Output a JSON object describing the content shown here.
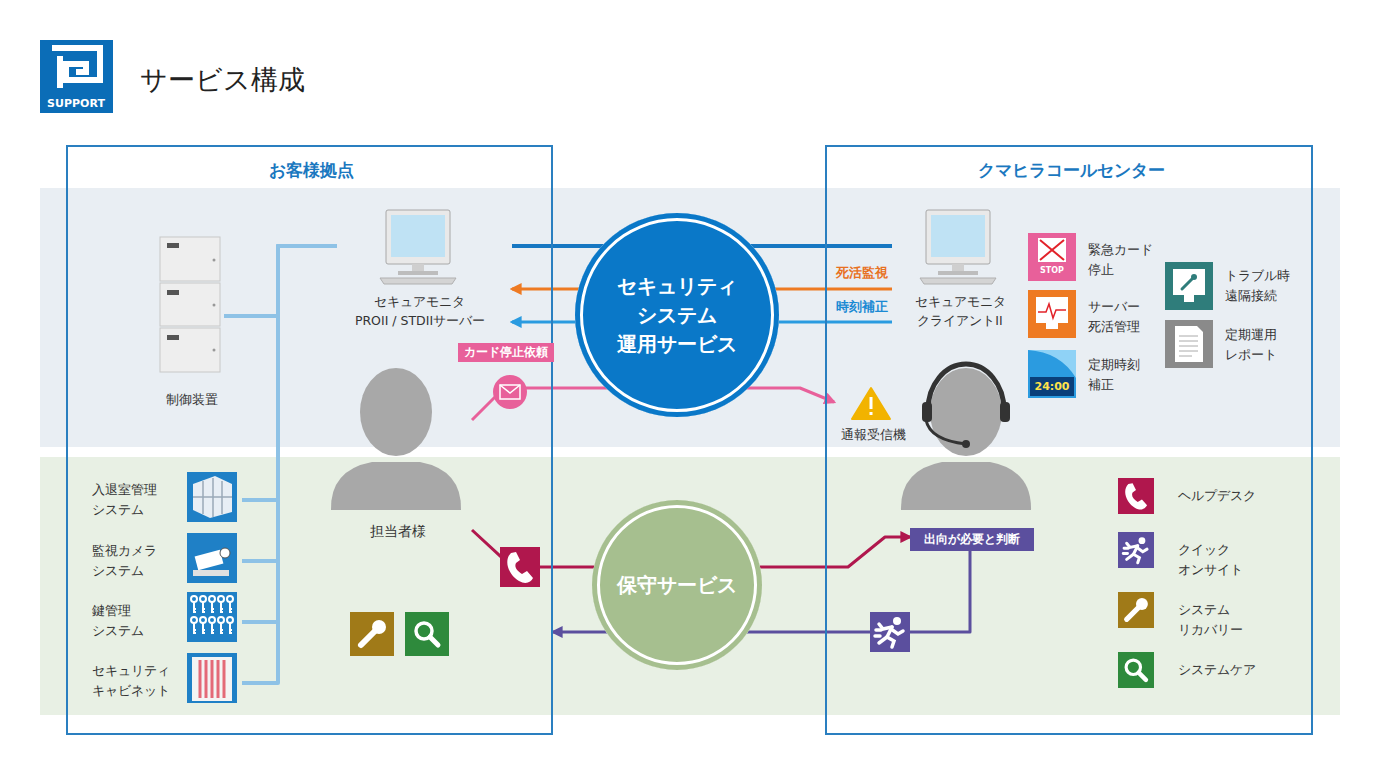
{
  "diagram": {
    "title": "サービス構成",
    "nodes": [
      {
        "text": [
          "お客様拠点"
        ]
      },
      {
        "text": [
          "制御装置"
        ],
        "in": 0
      },
      {
        "text": [
          "セキュアモニタ PROII / STDIIサーバー"
        ],
        "in": 0
      },
      {
        "text": [
          "担当者様"
        ],
        "in": 0
      },
      {
        "text": [
          "入退室管理 システム"
        ],
        "in": 0
      },
      {
        "text": [
          "監視カメラ システム"
        ],
        "in": 0
      },
      {
        "text": [
          "鍵管理 システム"
        ],
        "in": 0
      },
      {
        "text": [
          "セキュリティ キャビネット"
        ],
        "in": 0
      },
      {
        "text": [
          "セキュリティ システム 運用サービス"
        ]
      },
      {
        "text": [
          "保守サービス"
        ]
      },
      {
        "text": [
          "クマヒラコールセンター"
        ]
      },
      {
        "text": [
          "セキュアモニタ クライアントII"
        ],
        "in": 10
      },
      {
        "text": [
          "通報受信機"
        ],
        "in": 10
      },
      {
        "text": [
          "出向が必要と判断"
        ],
        "in": 10
      }
    ],
    "edges": [
      {
        "from": 1,
        "to": 2,
        "arrow": "none"
      },
      {
        "from": 4,
        "to": 2,
        "arrow": "none"
      },
      {
        "from": 5,
        "to": 2,
        "arrow": "none"
      },
      {
        "from": 6,
        "to": 2,
        "arrow": "none"
      },
      {
        "from": 7,
        "to": 2,
        "arrow": "none"
      },
      {
        "from": 2,
        "to": 11,
        "arrow": "none"
      },
      {
        "from": 11,
        "to": 2,
        "label": "死活監視",
        "arrow": "to"
      },
      {
        "from": 11,
        "to": 2,
        "label": "時刻補正",
        "arrow": "to"
      },
      {
        "from": 3,
        "to": 12,
        "label": "カード停止依頼",
        "arrow": "to"
      },
      {
        "from": 3,
        "to": 9,
        "arrow": "none"
      },
      {
        "from": 9,
        "to": 13,
        "arrow": "to"
      },
      {
        "from": 13,
        "to": 0,
        "arrow": "to"
      }
    ],
    "labels": [
      "SUPPORT",
      "STOP",
      "24:00"
    ],
    "legend": [
      {
        "text": "緊急カード 停止"
      },
      {
        "text": "トラブル時 遠隔接続"
      },
      {
        "text": "サーバー 死活管理"
      },
      {
        "text": "定期運用 レポート"
      },
      {
        "text": "定期時刻 補正"
      },
      {
        "text": "ヘルプデスク"
      },
      {
        "text": "クイック オンサイト"
      },
      {
        "text": "システム リカバリー"
      },
      {
        "text": "システムケア"
      }
    ]
  }
}
